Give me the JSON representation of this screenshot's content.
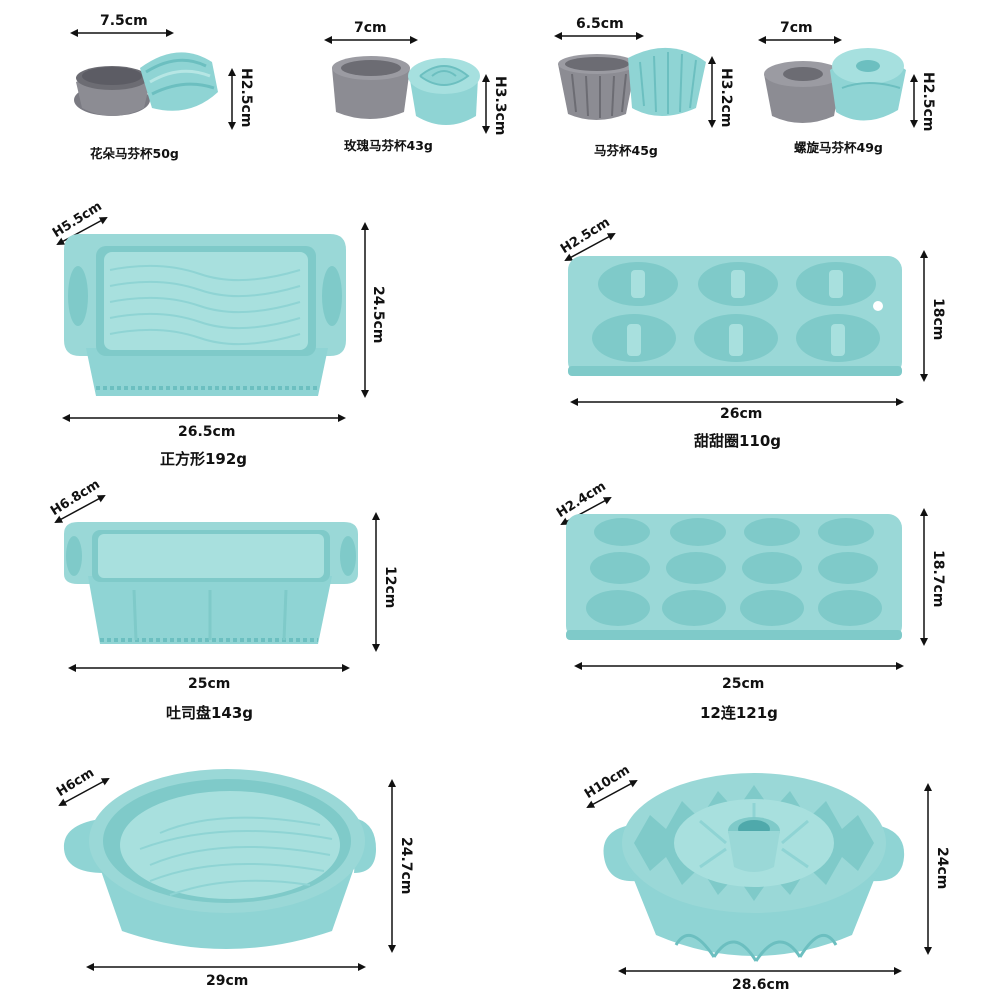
{
  "colors": {
    "mold": "#8fd4d4",
    "mold_dark": "#6cbfc0",
    "mold_light": "#b6e6e4",
    "gray_cup": "#8c8c93",
    "gray_dark": "#6c6c73",
    "arrow": "#111111"
  },
  "icons": {
    "dimension_arrow": "double-headed-arrow-icon"
  },
  "products": [
    {
      "name": "花朵马芬杯50g",
      "width": "7.5cm",
      "height": "H2.5cm"
    },
    {
      "name": "玫瑰马芬杯43g",
      "width": "7cm",
      "height": "H3.3cm"
    },
    {
      "name": "马芬杯45g",
      "width": "6.5cm",
      "height": "H3.2cm"
    },
    {
      "name": "螺旋马芬杯49g",
      "width": "7cm",
      "height": "H2.5cm"
    },
    {
      "name": "正方形192g",
      "width": "26.5cm",
      "length": "24.5cm",
      "height": "H5.5cm"
    },
    {
      "name": "甜甜圈110g",
      "width": "26cm",
      "length": "18cm",
      "height": "H2.5cm"
    },
    {
      "name": "吐司盘143g",
      "width": "25cm",
      "length": "12cm",
      "height": "H6.8cm"
    },
    {
      "name": "12连121g",
      "width": "25cm",
      "length": "18.7cm",
      "height": "H2.4cm"
    },
    {
      "name": "",
      "width": "29cm",
      "length": "24.7cm",
      "height": "H6cm"
    },
    {
      "name": "",
      "width": "28.6cm",
      "length": "24cm",
      "height": "H10cm"
    }
  ]
}
